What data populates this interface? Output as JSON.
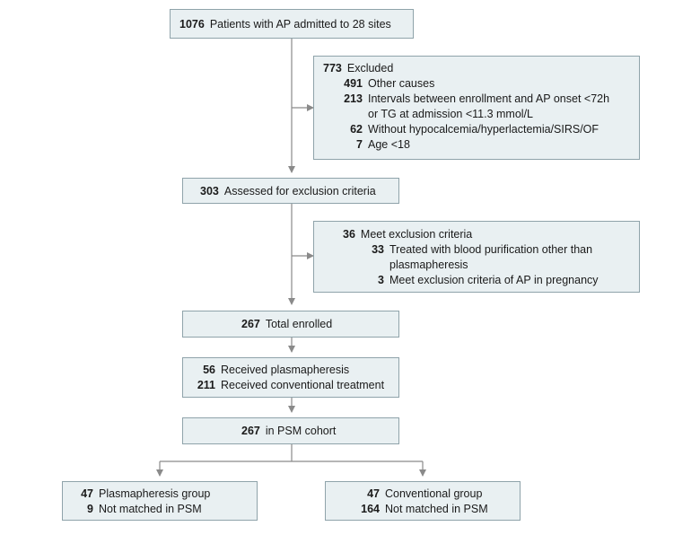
{
  "nodes": {
    "admitted": {
      "n": "1076",
      "text": "Patients with AP admitted to 28 sites"
    },
    "excluded1": {
      "n": "773",
      "text": "Excluded",
      "items": [
        {
          "n": "491",
          "lines": [
            "Other causes"
          ]
        },
        {
          "n": "213",
          "lines": [
            "Intervals between enrollment and AP onset <72h",
            "or TG at admission <11.3 mmol/L"
          ]
        },
        {
          "n": "62",
          "lines": [
            "Without hypocalcemia/hyperlactemia/SIRS/OF"
          ]
        },
        {
          "n": "7",
          "lines": [
            "Age <18"
          ]
        }
      ]
    },
    "assessed": {
      "n": "303",
      "text": "Assessed for exclusion criteria"
    },
    "excluded2": {
      "n": "36",
      "text": "Meet exclusion criteria",
      "items": [
        {
          "n": "33",
          "lines": [
            "Treated with blood purification other than",
            "plasmapheresis"
          ]
        },
        {
          "n": "3",
          "lines": [
            "Meet exclusion criteria of AP in pregnancy"
          ]
        }
      ]
    },
    "enrolled": {
      "n": "267",
      "text": "Total enrolled"
    },
    "treatment": {
      "rows": [
        {
          "n": "56",
          "text": "Received plasmapheresis"
        },
        {
          "n": "211",
          "text": "Received conventional treatment"
        }
      ]
    },
    "psm": {
      "n": "267",
      "text": "in PSM cohort"
    },
    "plasma_group": {
      "rows": [
        {
          "n": "47",
          "text": "Plasmapheresis group"
        },
        {
          "n": "9",
          "text": "Not matched in PSM"
        }
      ]
    },
    "conv_group": {
      "rows": [
        {
          "n": "47",
          "text": "Conventional group"
        },
        {
          "n": "164",
          "text": "Not matched in PSM"
        }
      ]
    }
  },
  "colors": {
    "box_fill": "#e9f0f2",
    "box_border": "#8fa3aa",
    "connector": "#8a8a8a"
  }
}
